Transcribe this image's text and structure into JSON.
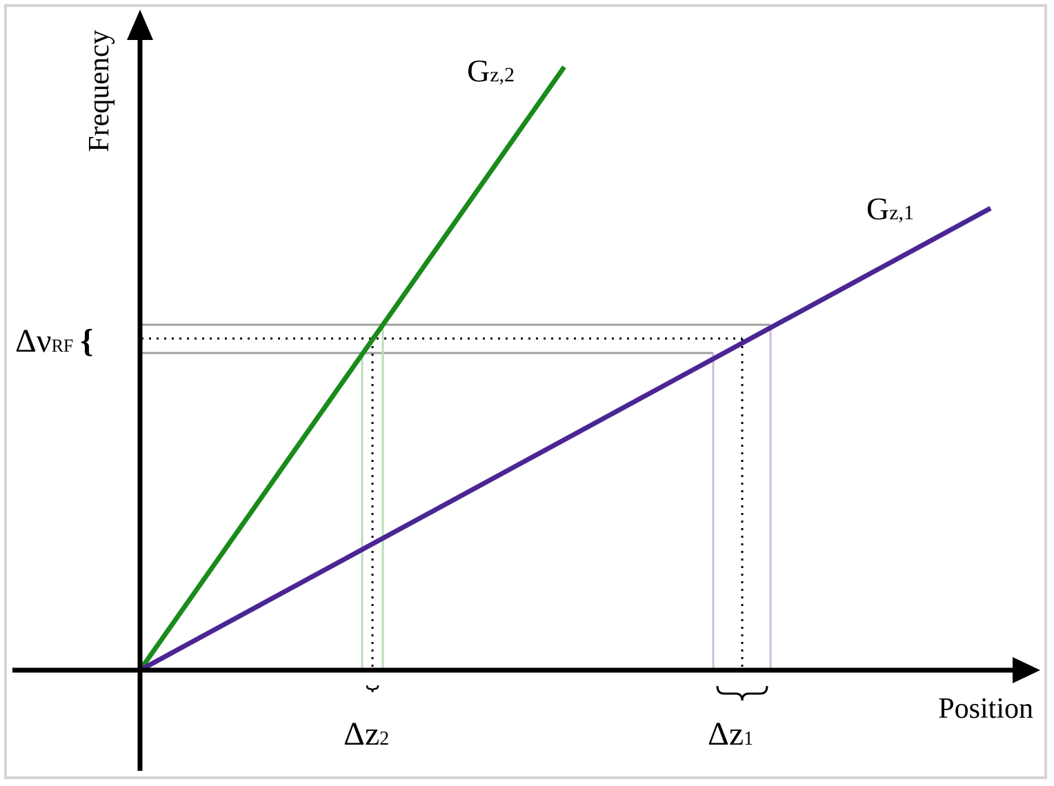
{
  "axes": {
    "x_label": "Position",
    "y_label": "Frequency"
  },
  "lines": {
    "gz2": {
      "main": "G",
      "sub": "z,2",
      "color": "#1a8a1a"
    },
    "gz1": {
      "main": "G",
      "sub": "z,1",
      "color": "#4b2593"
    }
  },
  "band": {
    "symbol": "Δν",
    "sub": "RF",
    "brace": "{"
  },
  "slices": {
    "dz2": {
      "main": "Δz",
      "sub": "2"
    },
    "dz1": {
      "main": "Δz",
      "sub": "1"
    }
  },
  "colors": {
    "axis": "#000000",
    "band_lines": "#a0a0a0",
    "slice2_lines": "#b9ddb9",
    "slice1_lines": "#c9bde0"
  }
}
